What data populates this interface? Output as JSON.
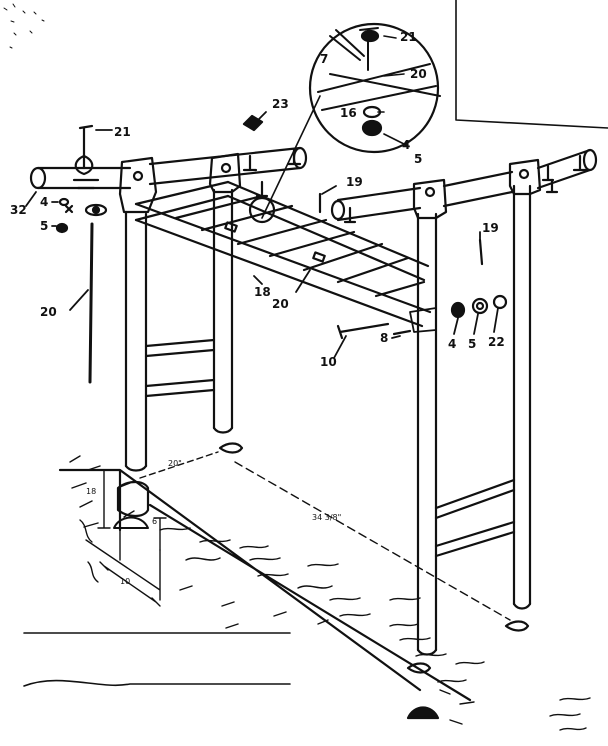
{
  "diagram": {
    "ink_color": "#111111",
    "paper_color": "#ffffff",
    "part_labels": {
      "p21_detail": "21",
      "p7": "7",
      "p20_detail": "20",
      "p16": "16",
      "p4_detail": "4",
      "p5_detail": "5",
      "p23": "23",
      "p21_left": "21",
      "p19_top": "19",
      "p32": "32",
      "p4_left": "4",
      "p5_left": "5",
      "p20_left": "20",
      "p19_right": "19",
      "p18": "18",
      "p20_mid": "20",
      "p10": "10",
      "p8": "8",
      "p4_right": "4",
      "p5_right": "5",
      "p22": "22"
    },
    "dimensions": {
      "d20": "20\"",
      "d34": "34 3/8\"",
      "d18": "18",
      "d6": "6",
      "d10": "10"
    }
  }
}
